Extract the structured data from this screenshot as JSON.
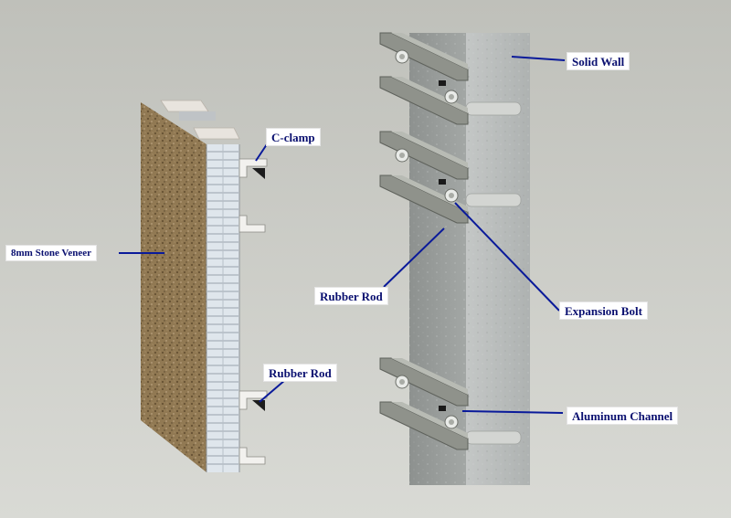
{
  "colors": {
    "background": "#cfd0cb",
    "label_text": "#0a1070",
    "leader_line": "#0a1a9a",
    "stone": "#9a8058",
    "wall": "#b9bcba",
    "channel": "#8c8f88"
  },
  "labels": {
    "stone_veneer": "8mm Stone Veneer",
    "c_clamp": "C-clamp",
    "rubber_rod_left": "Rubber Rod",
    "solid_wall": "Solid Wall",
    "rubber_rod_right": "Rubber Rod",
    "expansion_bolt": "Expansion Bolt",
    "aluminum_channel": "Aluminum Channel"
  }
}
